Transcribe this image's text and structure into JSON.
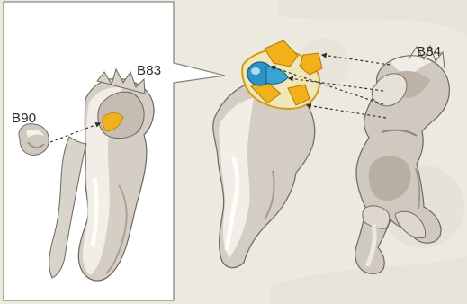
{
  "labels": {
    "b90": "B90",
    "b83": "B83",
    "b84": "B84"
  },
  "colors": {
    "background": "#ece9df",
    "inset_background": "#ffffff",
    "part_body": "#cfc9bf",
    "part_shadow": "#9f978a",
    "part_highlight": "#f3efe8",
    "accent_yellow": "#f2b11a",
    "accent_blue": "#2b93c5",
    "outline": "#5f5a53"
  }
}
